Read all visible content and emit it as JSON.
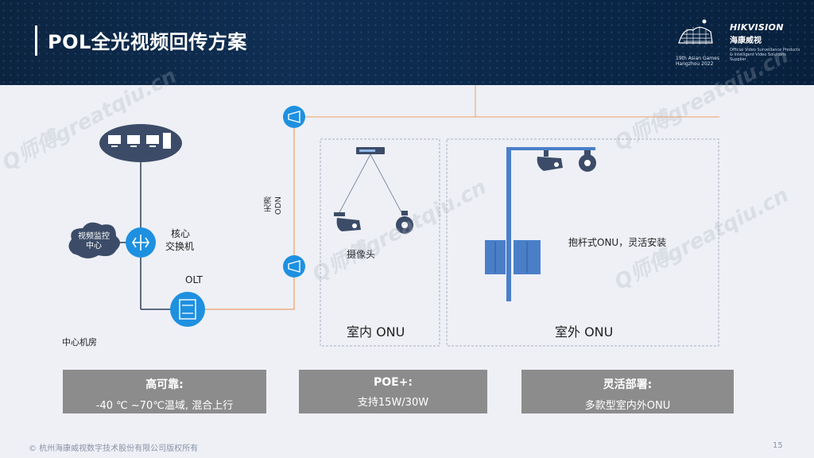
{
  "header": {
    "title": "POL全光视频回传方案"
  },
  "logos": {
    "asian_games_text": "19th Asian Games Hangzhou 2022",
    "hikvision_name": "HIKVISION",
    "hikvision_cn": "海康威视",
    "hikvision_sub": "Official Video Surveillance Products & Intelligent Video Solutions Supplier"
  },
  "diagram": {
    "cloud_label": "视频监控中心",
    "core_switch_label_1": "核心",
    "core_switch_label_2": "交换机",
    "olt_label": "OLT",
    "center_room_label": "中心机房",
    "passive_odn_label_1": "无源",
    "passive_odn_label_2": "ODN",
    "camera_label": "摄像头",
    "pole_onu_label": "抱杆式ONU，灵活安装",
    "indoor_onu_label": "室内 ONU",
    "outdoor_onu_label": "室外 ONU"
  },
  "cards": [
    {
      "title": "高可靠:",
      "desc": "-40 ℃ ~70℃温域, 混合上行"
    },
    {
      "title": "POE+:",
      "desc": "支持15W/30W"
    },
    {
      "title": "灵活部署:",
      "desc": "多款型室内外ONU"
    }
  ],
  "footer": {
    "copyright": "© 杭州海康威视数字技术股份有限公司版权所有",
    "page": "15"
  },
  "watermark": "Q师傅greatqiu.cn",
  "colors": {
    "header_bg": "#0f2e52",
    "accent_blue": "#1e90e0",
    "fiber_orange": "#f0a060",
    "pole_blue": "#4a7fc8",
    "card_gray": "#8c8c8c"
  }
}
